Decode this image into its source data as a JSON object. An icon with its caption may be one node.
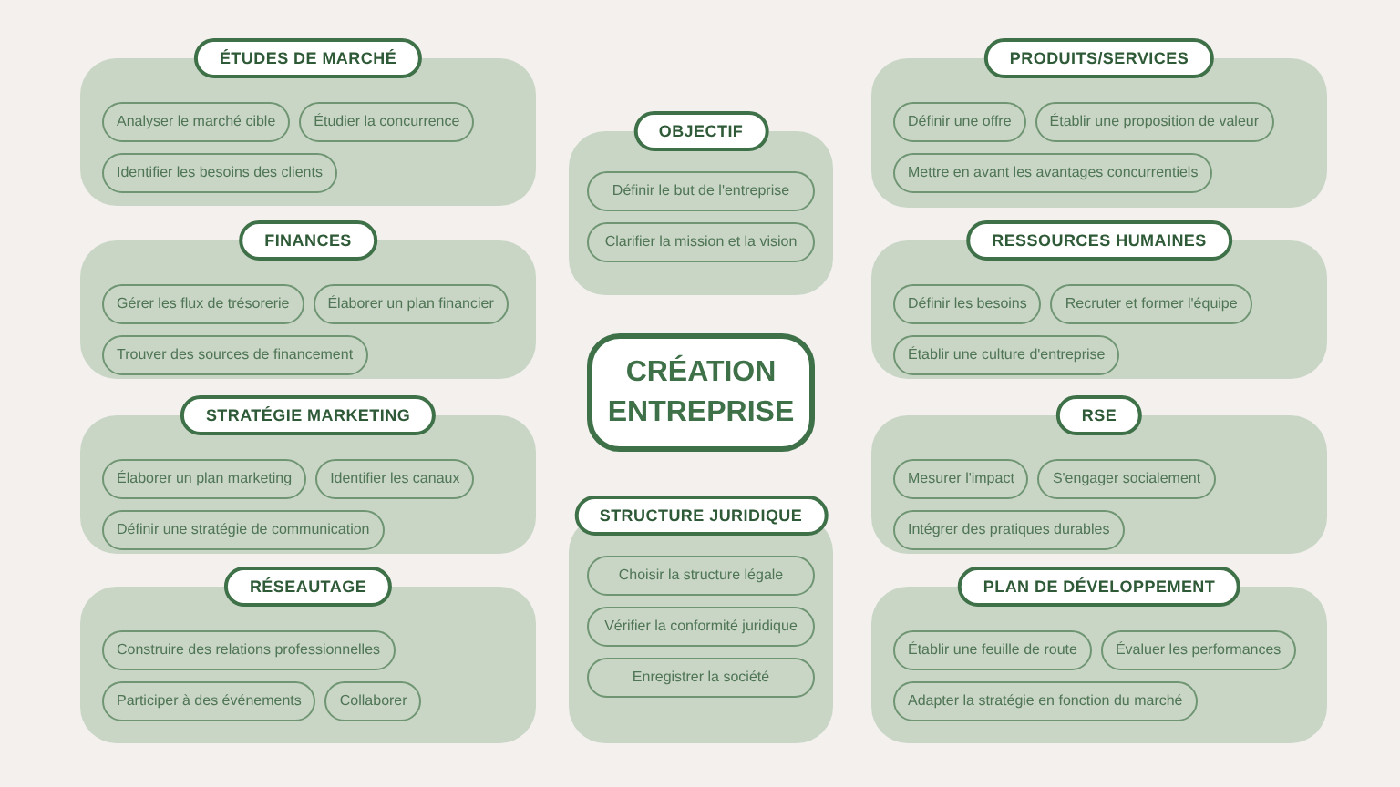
{
  "diagram": {
    "nodes": [
      {
        "text": [
          "ÉTUDES DE MARCHÉ"
        ]
      },
      {
        "text": [
          "Analyser le marché cible"
        ],
        "in": 0
      },
      {
        "text": [
          "Étudier la concurrence"
        ],
        "in": 0
      },
      {
        "text": [
          "Identifier les besoins des clients"
        ],
        "in": 0
      },
      {
        "text": [
          "OBJECTIF"
        ]
      },
      {
        "text": [
          "Définir le but de l'entreprise"
        ],
        "in": 4
      },
      {
        "text": [
          "Clarifier la mission et la vision"
        ],
        "in": 4
      },
      {
        "text": [
          "PRODUITS/SERVICES"
        ]
      },
      {
        "text": [
          "Définir une offre"
        ],
        "in": 7
      },
      {
        "text": [
          "Établir une proposition de valeur"
        ],
        "in": 7
      },
      {
        "text": [
          "Mettre en avant les avantages concurrentiels"
        ],
        "in": 7
      },
      {
        "text": [
          "FINANCES"
        ]
      },
      {
        "text": [
          "Gérer les flux de trésorerie"
        ],
        "in": 11
      },
      {
        "text": [
          "Élaborer un plan financier"
        ],
        "in": 11
      },
      {
        "text": [
          "Trouver des sources de financement"
        ],
        "in": 11
      },
      {
        "text": [
          "CRÉATION ENTREPRISE"
        ]
      },
      {
        "text": [
          "RESSOURCES HUMAINES"
        ]
      },
      {
        "text": [
          "Définir les besoins"
        ],
        "in": 16
      },
      {
        "text": [
          "Recruter et former l'équipe"
        ],
        "in": 16
      },
      {
        "text": [
          "Établir une culture d'entreprise"
        ],
        "in": 16
      },
      {
        "text": [
          "STRATÉGIE MARKETING"
        ]
      },
      {
        "text": [
          "Élaborer un plan marketing"
        ],
        "in": 20
      },
      {
        "text": [
          "Identifier les canaux"
        ],
        "in": 20
      },
      {
        "text": [
          "Définir une stratégie de communication"
        ],
        "in": 20
      },
      {
        "text": [
          "STRUCTURE JURIDIQUE"
        ]
      },
      {
        "text": [
          "Choisir la structure légale"
        ],
        "in": 24
      },
      {
        "text": [
          "Vérifier la conformité juridique"
        ],
        "in": 24
      },
      {
        "text": [
          "Enregistrer la société"
        ],
        "in": 24
      },
      {
        "text": [
          "RSE"
        ]
      },
      {
        "text": [
          "Mesurer l'impact"
        ],
        "in": 28
      },
      {
        "text": [
          "S'engager socialement"
        ],
        "in": 28
      },
      {
        "text": [
          "Intégrer des pratiques durables"
        ],
        "in": 28
      },
      {
        "text": [
          "RÉSEAUTAGE"
        ]
      },
      {
        "text": [
          "Construire des relations professionnelles"
        ],
        "in": 32
      },
      {
        "text": [
          "Participer à des événements"
        ],
        "in": 32
      },
      {
        "text": [
          "Collaborer"
        ],
        "in": 32
      },
      {
        "text": [
          "PLAN DE DÉVELOPPEMENT"
        ]
      },
      {
        "text": [
          "Établir une feuille de route"
        ],
        "in": 36
      },
      {
        "text": [
          "Évaluer les performances"
        ],
        "in": 36
      },
      {
        "text": [
          "Adapter la stratégie en fonction du marché"
        ],
        "in": 36
      }
    ]
  }
}
